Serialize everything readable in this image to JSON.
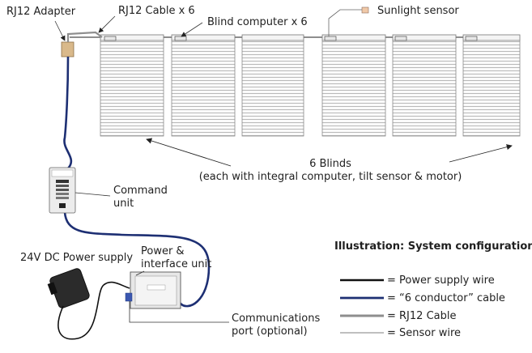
{
  "labels": {
    "rj12_adapter": "RJ12 Adapter",
    "rj12_cable": "RJ12 Cable x 6",
    "blind_computer": "Blind computer x 6",
    "sunlight_sensor": "Sunlight sensor",
    "blinds_line1": "6 Blinds",
    "blinds_line2": "(each with integral computer, tilt sensor & motor)",
    "command_line1": "Command",
    "command_line2": "unit",
    "power_supply": "24V DC Power supply",
    "power_unit_line1": "Power &",
    "power_unit_line2": "interface unit",
    "comm_line1": "Communications",
    "comm_line2": "port (optional)"
  },
  "legend": {
    "title": "Illustration: System configuration",
    "items": [
      {
        "label": "= Power supply wire",
        "color": "#111111"
      },
      {
        "label": "= “6 conductor” cable",
        "color": "#1d2f73"
      },
      {
        "label": "= RJ12 Cable",
        "color": "#8e8e8e"
      },
      {
        "label": "= Sensor wire",
        "color": "#555555"
      }
    ]
  }
}
